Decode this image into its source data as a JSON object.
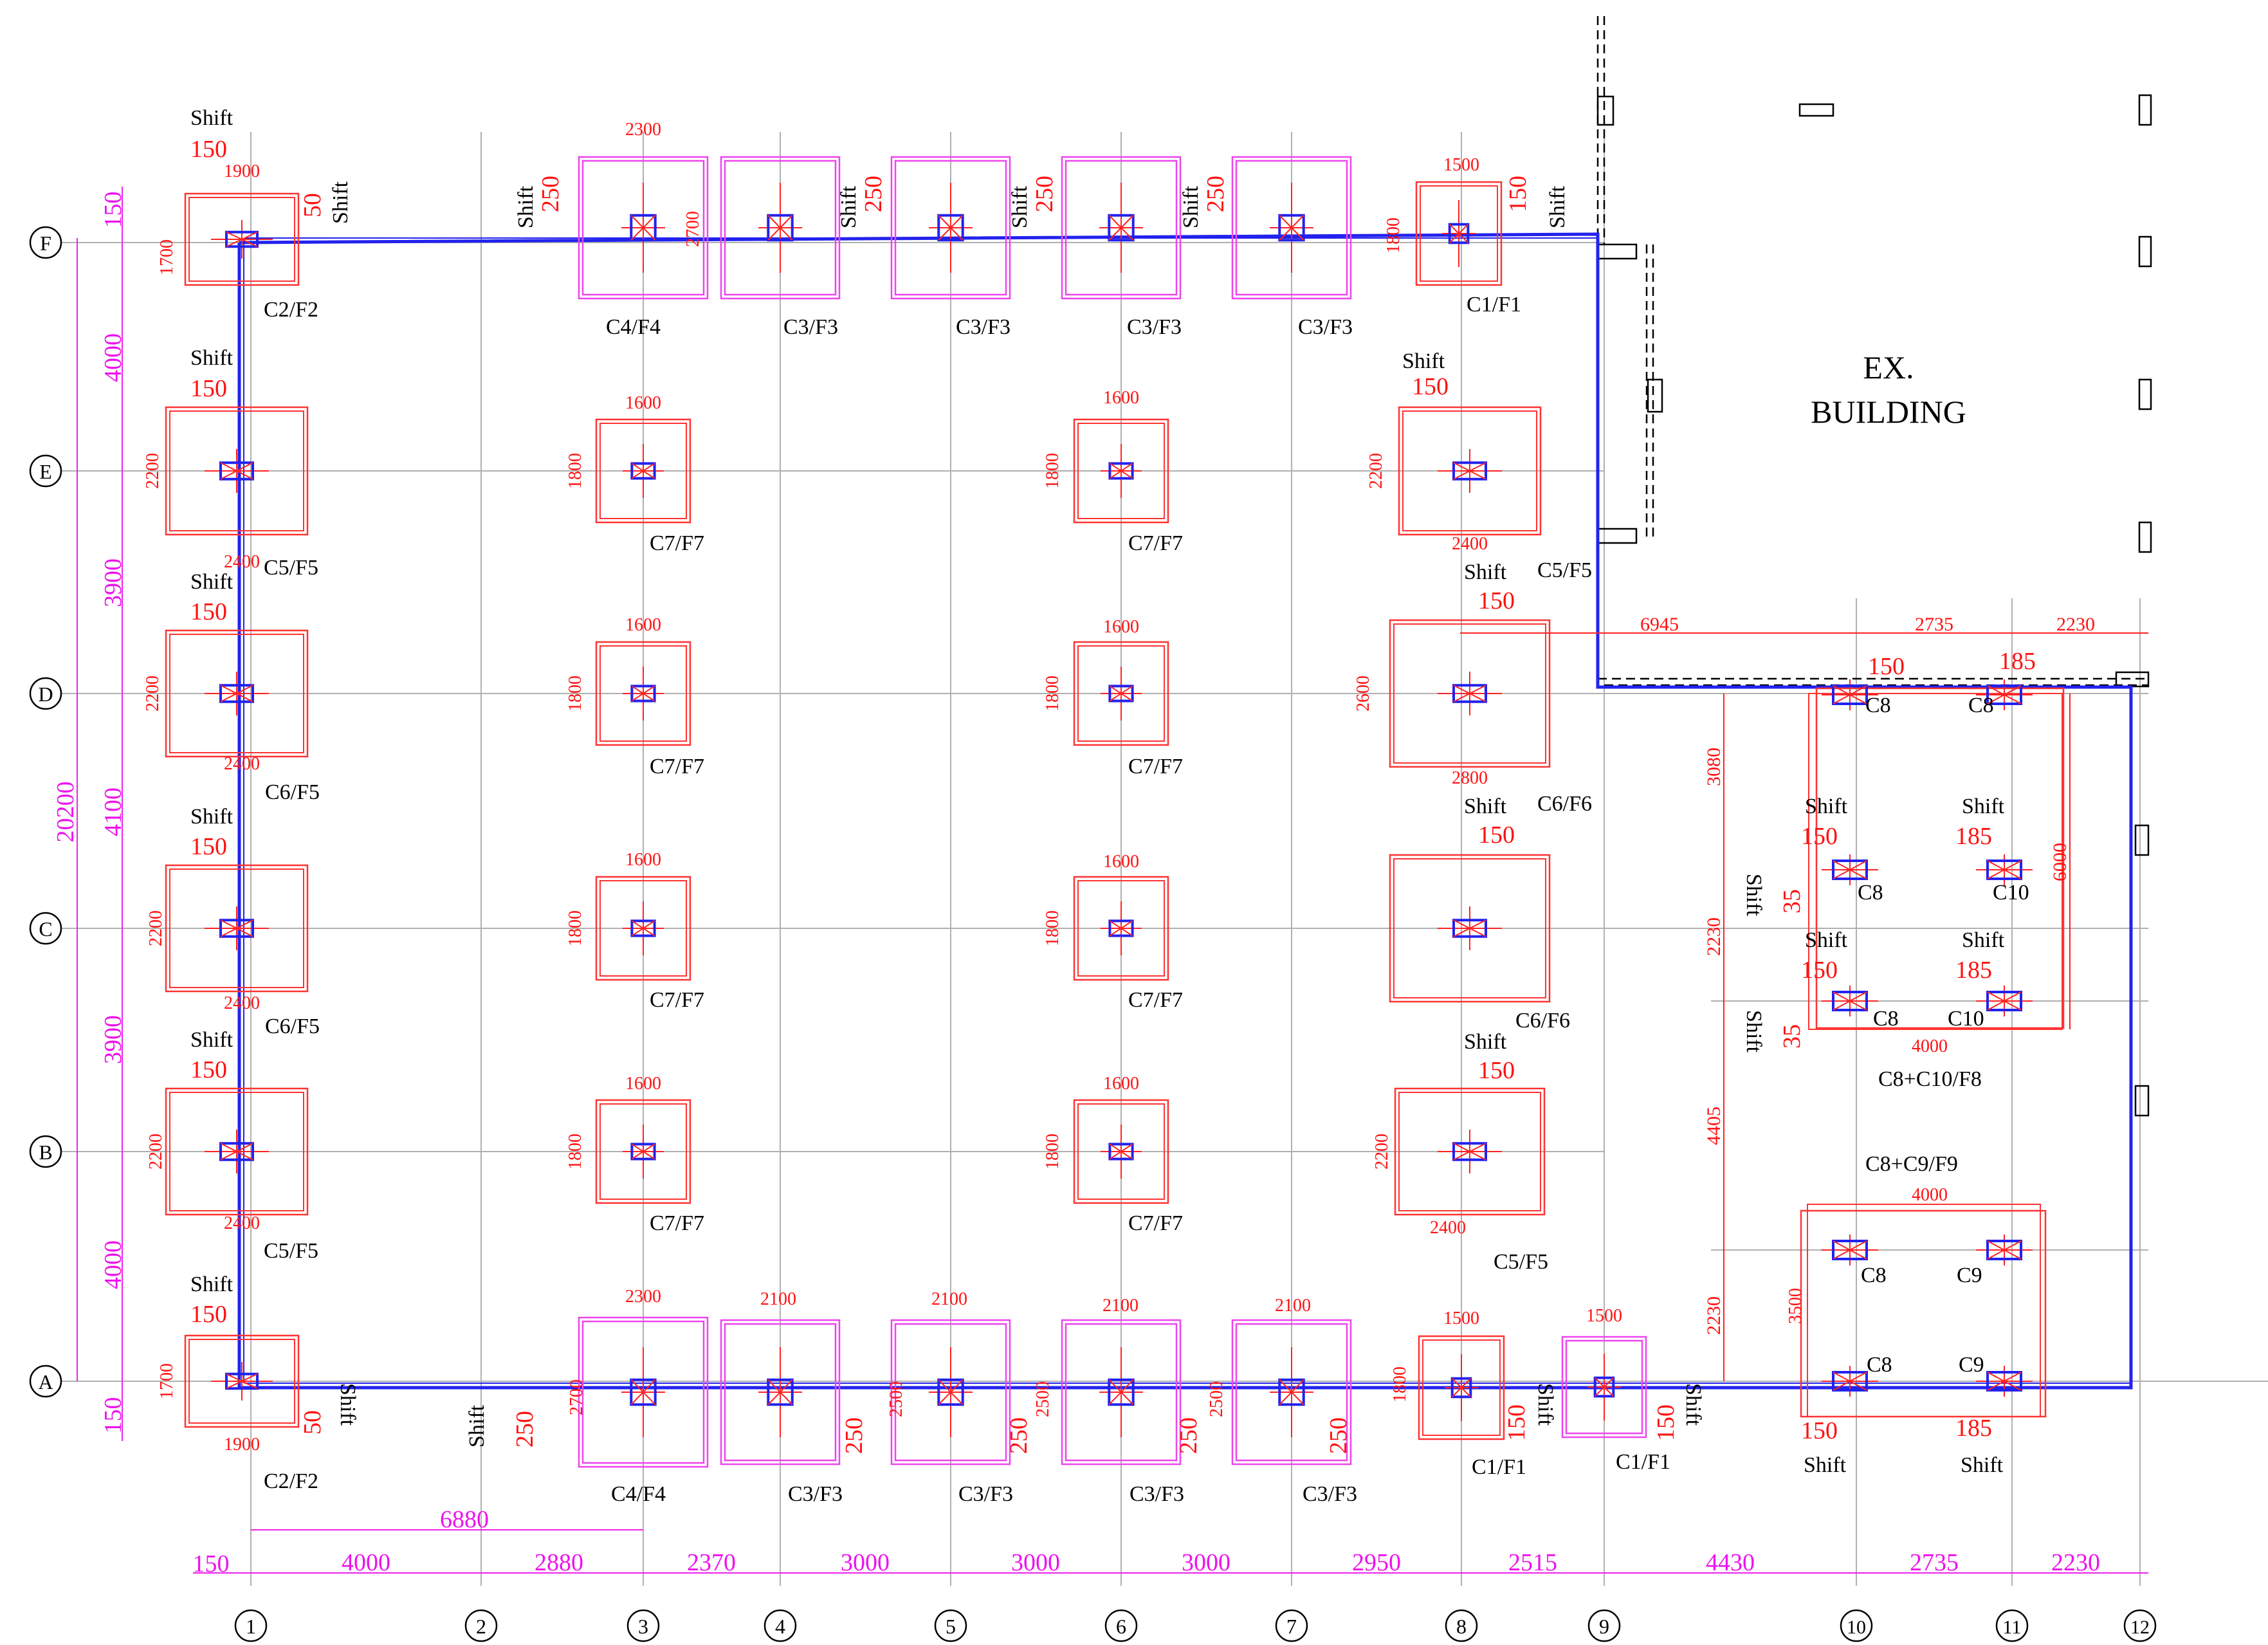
{
  "grid_lines": {
    "vertical": [
      "1",
      "2",
      "3",
      "4",
      "5",
      "6",
      "7",
      "8",
      "9",
      "10",
      "11",
      "12"
    ],
    "horizontal": [
      "F",
      "E",
      "D",
      "C",
      "B",
      "A"
    ]
  },
  "ex_building": {
    "line1": "EX.",
    "line2": "BUILDING"
  },
  "bottom_dims": {
    "edge": "150",
    "spans": [
      "4000",
      "2880",
      "2370",
      "3000",
      "3000",
      "3000",
      "2950",
      "2515",
      "4430",
      "2735",
      "2230"
    ],
    "partial": "6880"
  },
  "left_dims": {
    "top": "150",
    "spans": [
      "4000",
      "3900",
      "4100",
      "3900",
      "4000"
    ],
    "bottom": "150",
    "total": "20200"
  },
  "annex_dims": {
    "top": [
      "6945",
      "2735",
      "2230"
    ],
    "left": [
      "3080",
      "2230",
      "4405",
      "2230"
    ],
    "right": "6000"
  },
  "shift_word": "Shift",
  "footings": [
    {
      "label": "C2/F2",
      "w": "1900",
      "h": "1700",
      "shift_a": "150",
      "shift_b": "50"
    },
    {
      "label": "C4/F4",
      "w": "2300",
      "h": "2700",
      "shift": "250"
    },
    {
      "label": "C3/F3",
      "w": "",
      "shift": "250"
    },
    {
      "label": "C3/F3",
      "shift": "250"
    },
    {
      "label": "C3/F3",
      "shift": "250"
    },
    {
      "label": "C3/F3",
      "shift": "250"
    },
    {
      "label": "C1/F1",
      "w": "1500",
      "h": "1800",
      "shift": "150"
    },
    {
      "label": "C5/F5",
      "w": "2400",
      "h": "2200",
      "shift": "150"
    },
    {
      "label": "C7/F7",
      "w": "1600",
      "h": "1800"
    },
    {
      "label": "C6/F5",
      "w": "2400",
      "h": "2200"
    },
    {
      "label": "C6/F6",
      "w": "2800",
      "h": "2600"
    },
    {
      "label": "C8+C10/F8",
      "w": "4000"
    },
    {
      "label": "C8+C9/F9",
      "w": "4000",
      "h": "3500"
    },
    {
      "label": "C8"
    },
    {
      "label": "C9"
    },
    {
      "label": "C10"
    },
    {
      "label": "C3/F3 bottom",
      "w": "2100",
      "h": "2500"
    }
  ],
  "labels": {
    "c2f2": "C2/F2",
    "c4f4": "C4/F4",
    "c3f3": "C3/F3",
    "c1f1": "C1/F1",
    "c5f5": "C5/F5",
    "c6f5": "C6/F5",
    "c6f6": "C6/F6",
    "c7f7": "C7/F7",
    "c8": "C8",
    "c9": "C9",
    "c10": "C10",
    "c8c10f8": "C8+C10/F8",
    "c8c9f9": "C8+C9/F9"
  },
  "dims": {
    "d1900": "1900",
    "d1700": "1700",
    "d2300": "2300",
    "d2700": "2700",
    "d1500": "1500",
    "d1800": "1800",
    "d1600": "1600",
    "d2400": "2400",
    "d2200": "2200",
    "d2800": "2800",
    "d2600": "2600",
    "d2100": "2100",
    "d2500": "2500",
    "d4000": "4000",
    "d3500": "3500",
    "s150": "150",
    "s50": "50",
    "s250": "250",
    "s185": "185",
    "s35": "35"
  }
}
